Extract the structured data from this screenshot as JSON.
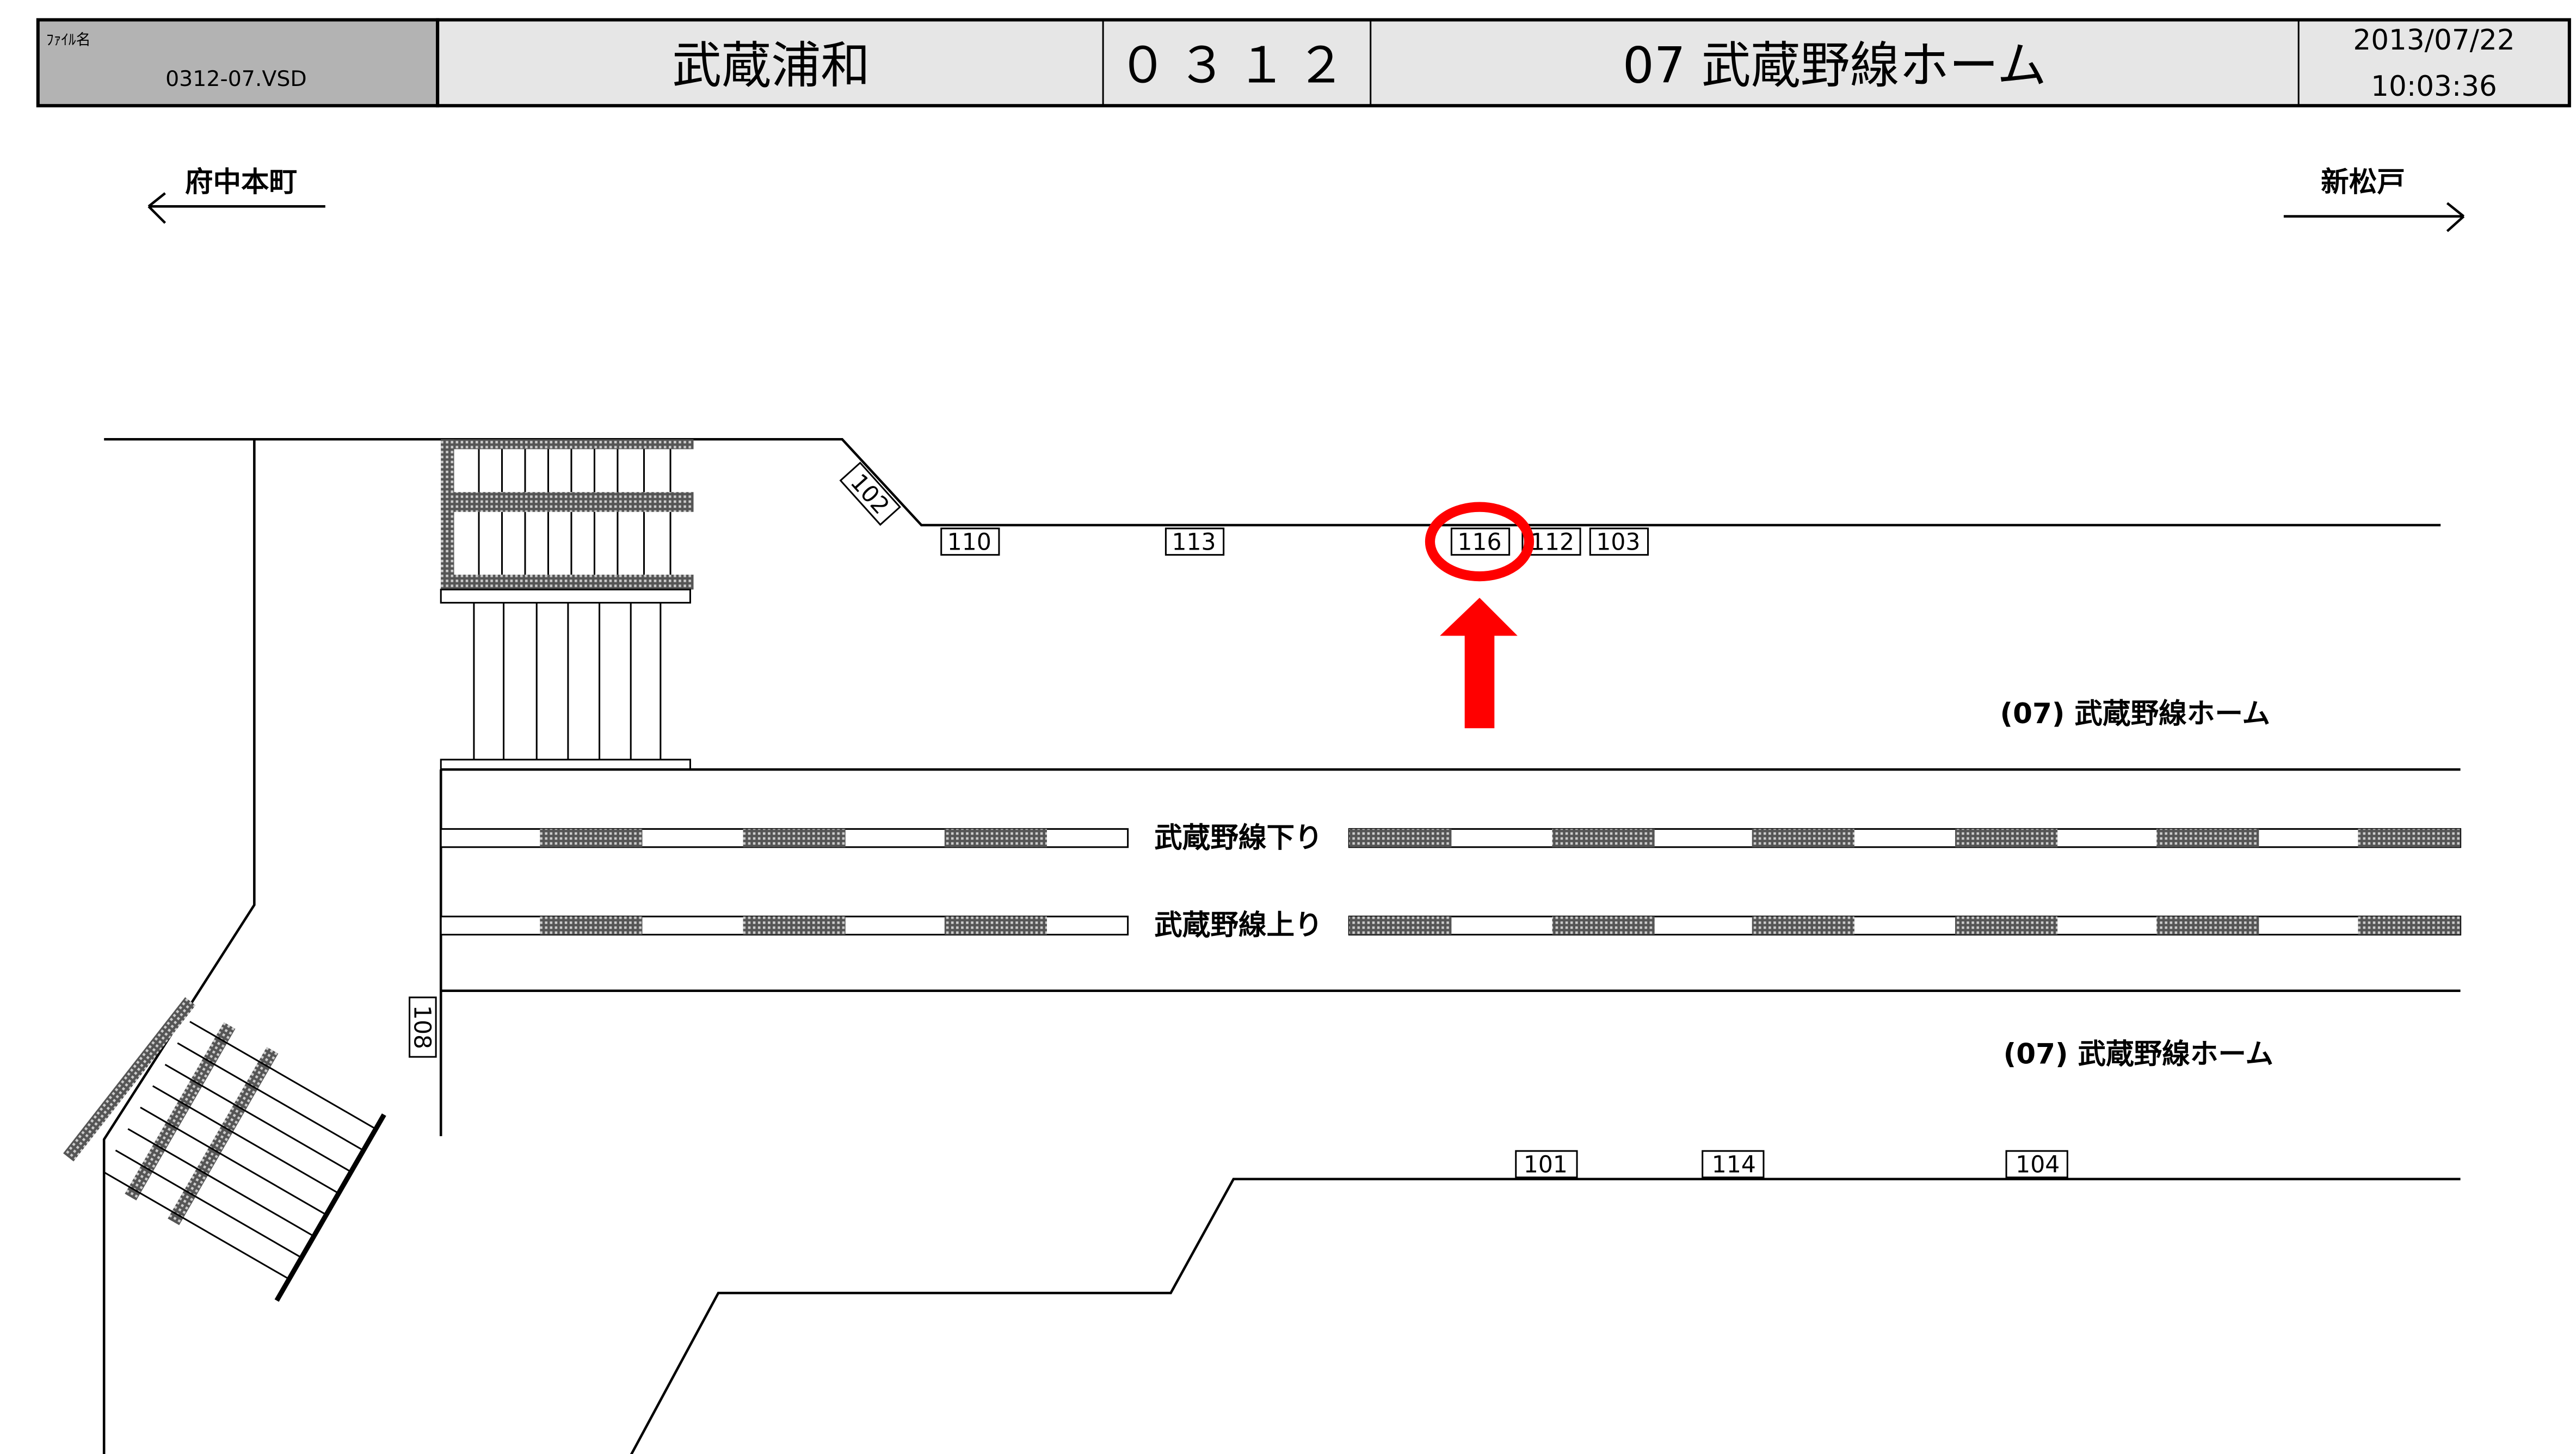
{
  "header": {
    "file_label": "ﾌｧｲﾙ名",
    "file_name": "0312-07.VSD",
    "station": "武蔵浦和",
    "code": "０３１２",
    "platform_title": "07 武蔵野線ホーム",
    "date": "2013/07/22",
    "time": "10:03:36"
  },
  "directions": {
    "left": "府中本町",
    "right": "新松戸"
  },
  "platforms": {
    "upper": "(07) 武蔵野線ホーム",
    "lower": "(07) 武蔵野線ホーム"
  },
  "tracks": {
    "down": "武蔵野線下り",
    "up": "武蔵野線上り"
  },
  "signs": {
    "upper": [
      "110",
      "113",
      "116",
      "112",
      "103"
    ],
    "diagonal": "102",
    "vertical": "108",
    "lower": [
      "101",
      "114",
      "104"
    ]
  },
  "highlight": {
    "target": "116",
    "color": "#ff0000"
  }
}
